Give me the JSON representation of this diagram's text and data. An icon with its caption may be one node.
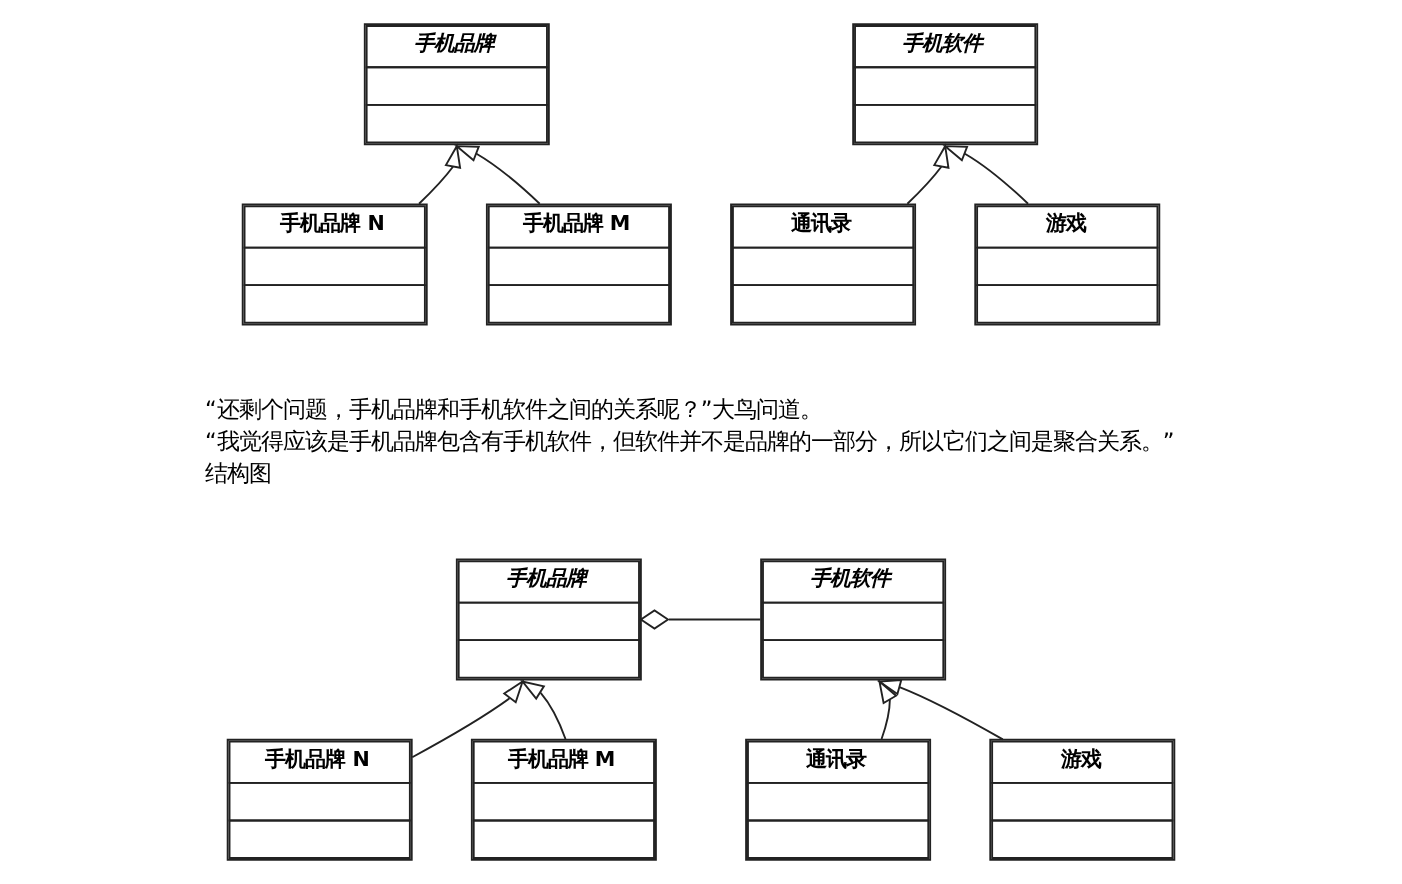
{
  "diagram": {
    "nodes": [
      {
        "text": [
          "手机品牌"
        ]
      },
      {
        "text": [
          "手机软件"
        ]
      },
      {
        "text": [
          "手机品牌 N"
        ]
      },
      {
        "text": [
          "手机品牌 M"
        ]
      },
      {
        "text": [
          "通讯录"
        ]
      },
      {
        "text": [
          "游戏"
        ]
      },
      {
        "text": [
          "手机品牌"
        ]
      },
      {
        "text": [
          "手机软件"
        ]
      },
      {
        "text": [
          "手机品牌 N"
        ]
      },
      {
        "text": [
          "手机品牌 M"
        ]
      },
      {
        "text": [
          "通讯录"
        ]
      },
      {
        "text": [
          "游戏"
        ]
      }
    ],
    "edges": [
      {
        "from": 2,
        "to": 0,
        "arrow": "to"
      },
      {
        "from": 3,
        "to": 0,
        "arrow": "to"
      },
      {
        "from": 4,
        "to": 1,
        "arrow": "to"
      },
      {
        "from": 5,
        "to": 1,
        "arrow": "to"
      },
      {
        "from": 6,
        "to": 7,
        "arrow": "other"
      },
      {
        "from": 8,
        "to": 6,
        "arrow": "to"
      },
      {
        "from": 9,
        "to": 6,
        "arrow": "to"
      },
      {
        "from": 10,
        "to": 7,
        "arrow": "to"
      },
      {
        "from": 11,
        "to": 7,
        "arrow": "to"
      }
    ],
    "labels": [
      "“还剩个问题，手机品牌和手机软件之间的关系呢？”大鸟问道。",
      "“我觉得应该是手机品牌包含有手机软件，但软件并不是品牌的一部分，所以它们之间是聚合关系。”",
      "结构图"
    ]
  }
}
